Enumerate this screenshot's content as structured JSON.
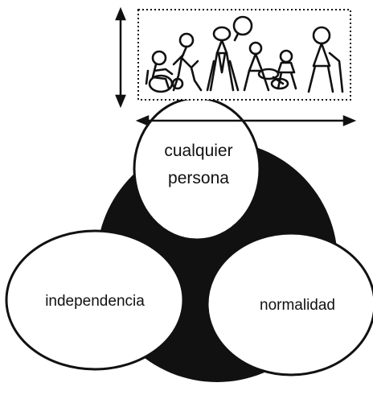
{
  "diagram": {
    "labels": {
      "top": [
        "cualquier",
        "persona"
      ],
      "left": "independencia",
      "right": "normalidad"
    },
    "pictogram": {
      "icon_name": "people-group-illustration",
      "people": [
        "person-wheelchair",
        "person-walking",
        "person-crutches",
        "person-seated-helper",
        "child",
        "person-walking-cane"
      ]
    },
    "colors": {
      "ink": "#111111",
      "paper": "#ffffff"
    }
  }
}
